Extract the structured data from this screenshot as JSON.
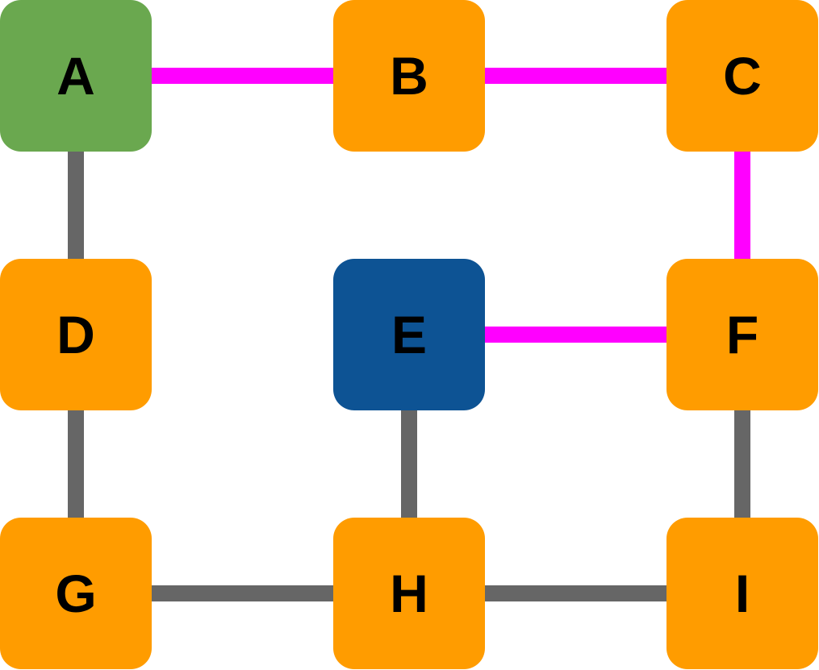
{
  "nodes": [
    {
      "id": "A",
      "label": "A",
      "row": 0,
      "col": 0,
      "color": "#6aa84f"
    },
    {
      "id": "B",
      "label": "B",
      "row": 0,
      "col": 1,
      "color": "#ff9c00"
    },
    {
      "id": "C",
      "label": "C",
      "row": 0,
      "col": 2,
      "color": "#ff9c00"
    },
    {
      "id": "D",
      "label": "D",
      "row": 1,
      "col": 0,
      "color": "#ff9c00"
    },
    {
      "id": "E",
      "label": "E",
      "row": 1,
      "col": 1,
      "color": "#0d5394"
    },
    {
      "id": "F",
      "label": "F",
      "row": 1,
      "col": 2,
      "color": "#ff9c00"
    },
    {
      "id": "G",
      "label": "G",
      "row": 2,
      "col": 0,
      "color": "#ff9c00"
    },
    {
      "id": "H",
      "label": "H",
      "row": 2,
      "col": 1,
      "color": "#ff9c00"
    },
    {
      "id": "I",
      "label": "I",
      "row": 2,
      "col": 2,
      "color": "#ff9c00"
    }
  ],
  "edges": [
    {
      "from": "A",
      "to": "B",
      "kind": "path"
    },
    {
      "from": "B",
      "to": "C",
      "kind": "path"
    },
    {
      "from": "C",
      "to": "F",
      "kind": "path"
    },
    {
      "from": "F",
      "to": "E",
      "kind": "path"
    },
    {
      "from": "A",
      "to": "D",
      "kind": "normal"
    },
    {
      "from": "D",
      "to": "G",
      "kind": "normal"
    },
    {
      "from": "G",
      "to": "H",
      "kind": "normal"
    },
    {
      "from": "H",
      "to": "I",
      "kind": "normal"
    },
    {
      "from": "E",
      "to": "H",
      "kind": "normal"
    },
    {
      "from": "F",
      "to": "I",
      "kind": "normal"
    }
  ],
  "colors": {
    "path_edge": "#ff00ff",
    "normal_edge": "#666666",
    "start_node": "#6aa84f",
    "goal_node": "#0d5394",
    "default_node": "#ff9c00"
  }
}
